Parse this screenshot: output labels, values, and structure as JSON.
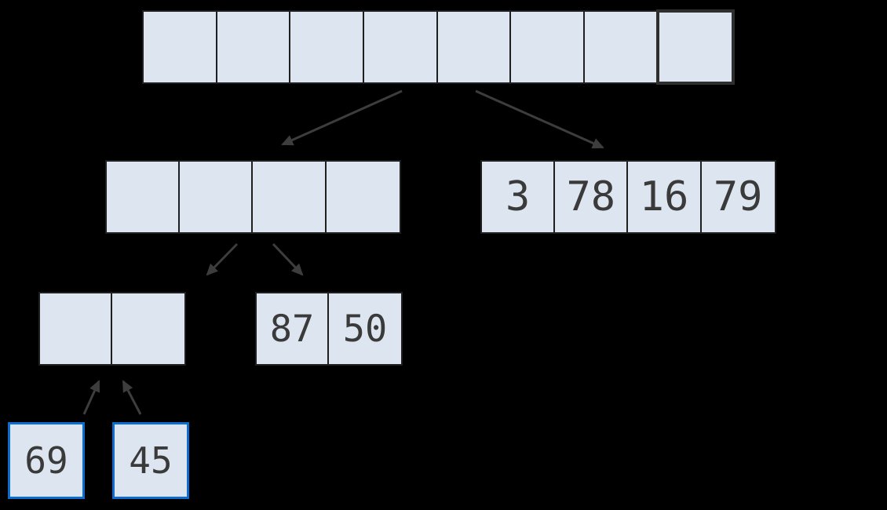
{
  "diagram": {
    "background_color": "#000000",
    "colors": {
      "cell_fill": "#dde6f0",
      "cell_border": "#1f1f1f",
      "highlight_cell_border": "#2e2e2e",
      "leaf_border_accent": "#0e6bd0",
      "arrow": "#3d3d3d",
      "text": "#3a3a3a"
    },
    "nodes": {
      "root": {
        "label": "root-array-8-cells",
        "cells": [
          "",
          "",
          "",
          "",
          "",
          "",
          "",
          ""
        ],
        "last_cell_highlighted": true
      },
      "left_half": {
        "label": "left-subarray-4-cells",
        "cells": [
          "",
          "",
          "",
          ""
        ]
      },
      "right_half": {
        "label": "right-subarray-4-cells",
        "cells": [
          "3",
          "78",
          "16",
          "79"
        ]
      },
      "left_quarter": {
        "label": "left-subarray-2-cells",
        "cells": [
          "",
          ""
        ]
      },
      "right_quarter": {
        "label": "right-subarray-2-cells",
        "cells": [
          "87",
          "50"
        ]
      },
      "leaf_a": {
        "label": "leaf-box",
        "value": "69"
      },
      "leaf_b": {
        "label": "leaf-box",
        "value": "45"
      }
    },
    "arrows": [
      {
        "from": "root",
        "to": "left_half",
        "direction": "down"
      },
      {
        "from": "root",
        "to": "right_half",
        "direction": "down"
      },
      {
        "from": "left_half",
        "to": "left_quarter",
        "direction": "down"
      },
      {
        "from": "left_half",
        "to": "right_quarter",
        "direction": "down"
      },
      {
        "from": "leaf_a",
        "to": "left_quarter",
        "direction": "up"
      },
      {
        "from": "leaf_b",
        "to": "left_quarter",
        "direction": "up"
      }
    ]
  }
}
